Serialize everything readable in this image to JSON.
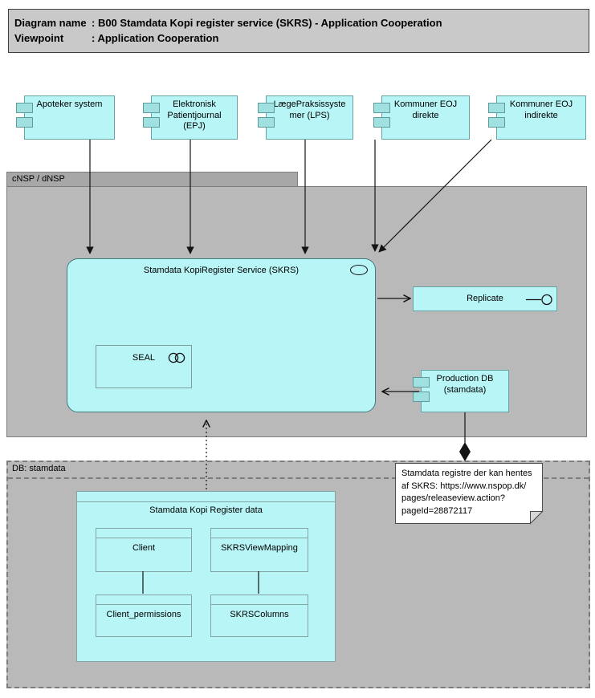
{
  "title": {
    "rows": [
      {
        "label": "Diagram name",
        "value": ": B00 Stamdata Kopi register service (SKRS) - Application Cooperation"
      },
      {
        "label": "Viewpoint",
        "value": ": Application Cooperation"
      }
    ]
  },
  "actors": [
    {
      "label": "Apoteker system"
    },
    {
      "label": "Elektronisk\nPatientjournal\n(EPJ)"
    },
    {
      "label": "LægePraksissyste\nmer (LPS)"
    },
    {
      "label": "Kommuner EOJ\ndirekte"
    },
    {
      "label": "Kommuner EOJ\nindirekte"
    }
  ],
  "groups": {
    "cnsp": {
      "label": "cNSP / dNSP"
    },
    "db": {
      "label": "DB: stamdata"
    }
  },
  "service": {
    "label": "Stamdata KopiRegister Service (SKRS)"
  },
  "seal": {
    "label": "SEAL"
  },
  "replicate": {
    "label": "Replicate"
  },
  "production_db": {
    "label": "Production DB\n(stamdata)"
  },
  "note": {
    "text": "Stamdata registre der kan hentes\naf SKRS: https://www.nspop.dk/\npages/releaseview.action?\npageId=28872117"
  },
  "data_store": {
    "label": "Stamdata Kopi Register data",
    "entities": [
      {
        "label": "Client"
      },
      {
        "label": "SKRSViewMapping"
      },
      {
        "label": "Client_permissions"
      },
      {
        "label": "SKRSColumns"
      }
    ]
  },
  "colors": {
    "element_fill": "#b8f5f6",
    "element_tab_fill": "#9fe0e1",
    "element_border": "#65a3a4",
    "service_border": "#417c7c",
    "group_fill": "#b9b9b9",
    "group_tab_fill": "#a7a7a7",
    "group_border": "#7c7c7c",
    "titlebar_fill": "#c9c9c9",
    "line": "#141414",
    "note_fill": "#ffffff",
    "note_border": "#4a4a4a"
  }
}
